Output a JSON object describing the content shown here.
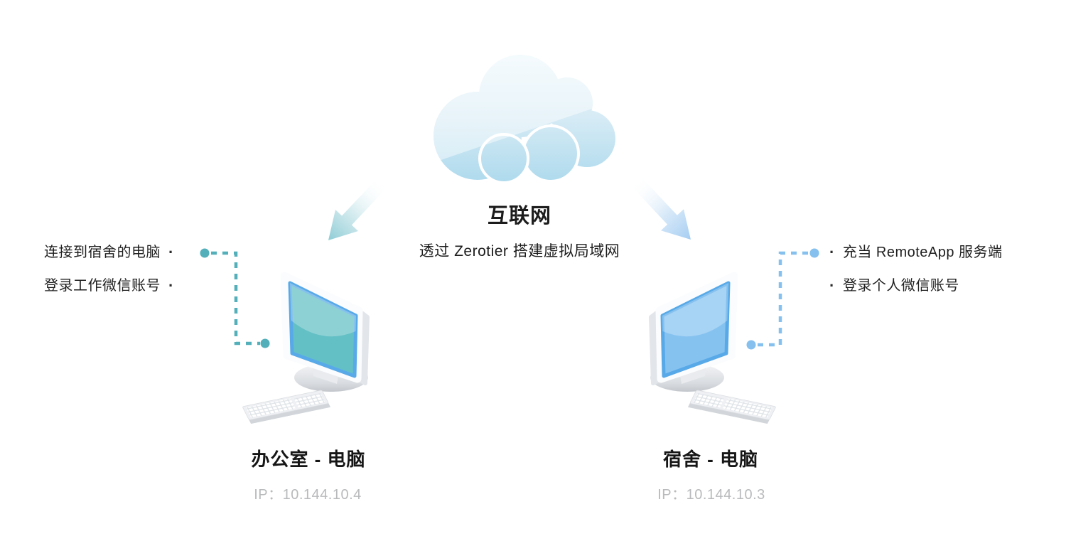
{
  "cloud": {
    "label": "互联网",
    "subtitle": "透过 Zerotier 搭建虚拟局域网"
  },
  "left_node": {
    "name": "办公室 - 电脑",
    "ip": "IP：10.144.10.4",
    "bullet": "·",
    "notes": [
      "连接到宿舍的电脑",
      "登录工作微信账号"
    ]
  },
  "right_node": {
    "name": "宿舍 - 电脑",
    "ip": "IP：10.144.10.3",
    "bullet": "·",
    "notes": [
      "充当 RemoteApp 服务端",
      "登录个人微信账号"
    ]
  },
  "colors": {
    "cloud_top": "#eef8fc",
    "cloud_mid": "#d6ebf5",
    "cloud_bottom": "#aedaed",
    "arrow_left_tip": "#8fccd6",
    "arrow_right_tip": "#a5cdf2",
    "connector_left": "#53b0ba",
    "connector_right": "#85c0ee",
    "left_screen": "#63c0c5",
    "right_screen": "#86c2f0",
    "screen_border": "#58a9e8"
  }
}
